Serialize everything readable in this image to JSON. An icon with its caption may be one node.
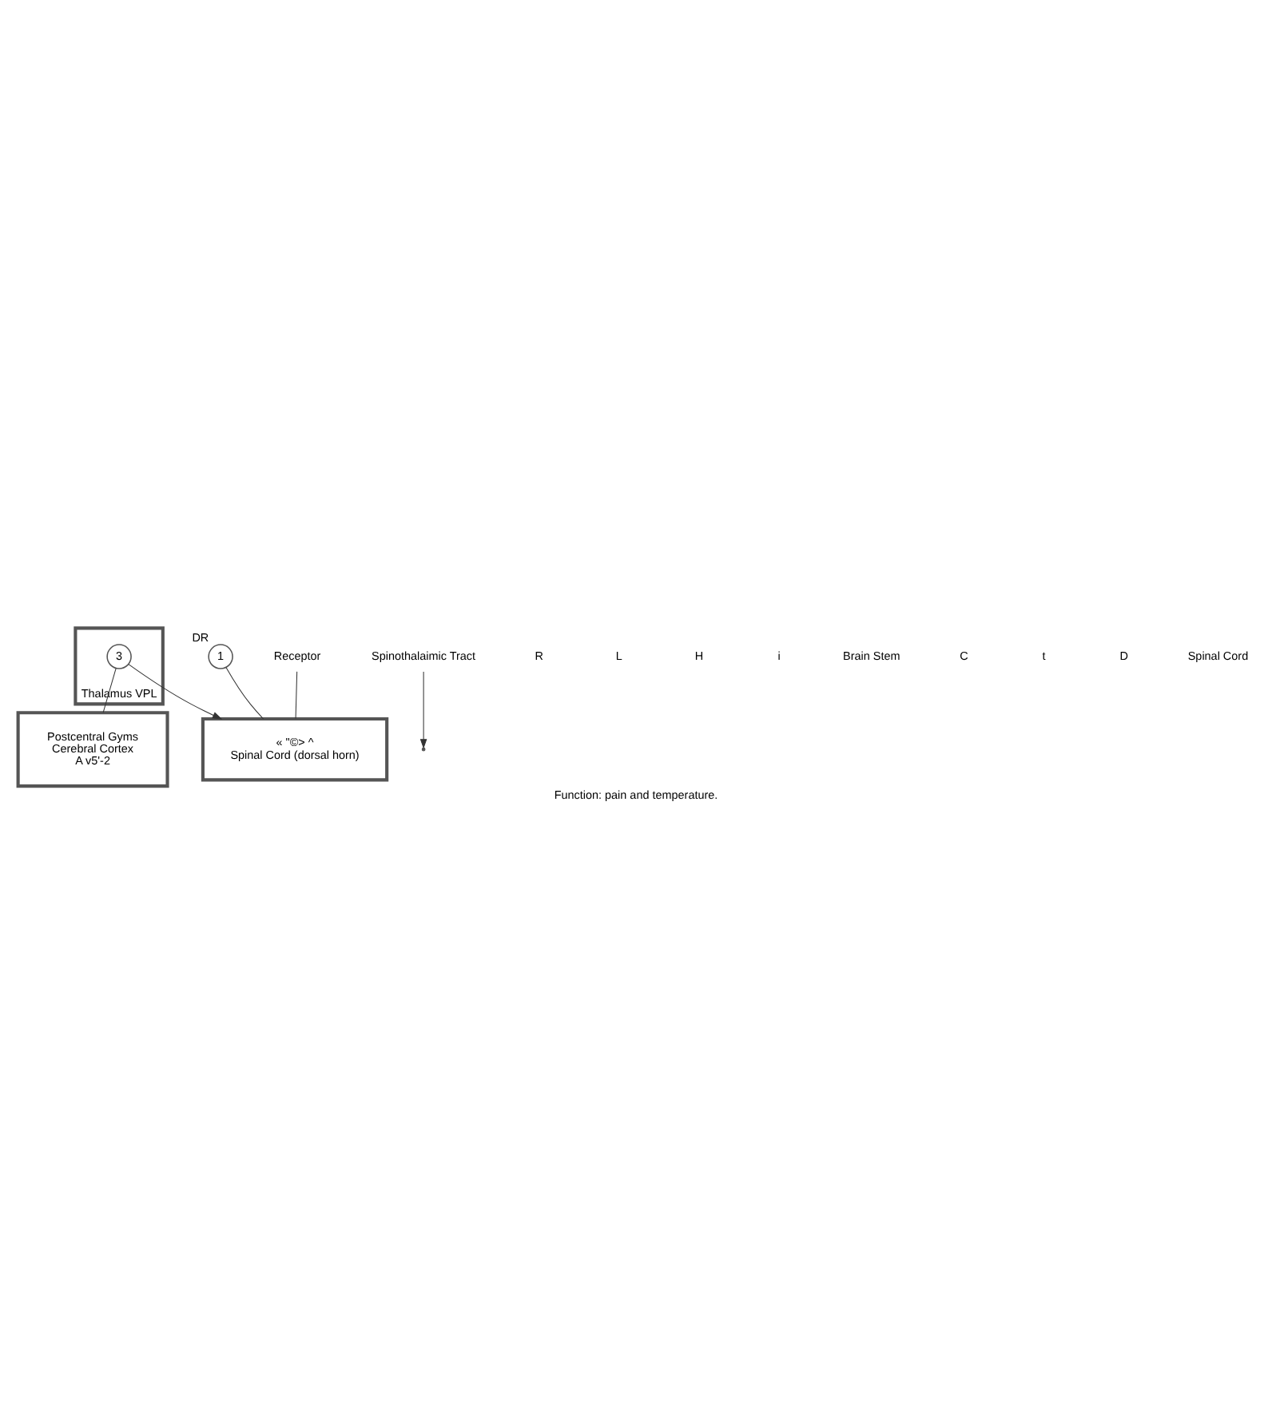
{
  "diagram": {
    "caption": "Function: pain and temperature.",
    "nodes": [
      {
        "text": [
          "Postcentral Gyms",
          "Cerebral Cortex",
          "A v5'-2"
        ]
      },
      {
        "text": [
          "Thalamus VPL"
        ]
      },
      {
        "text": [
          "3"
        ],
        "in": 1
      },
      {
        "text": [
          "« \"©> ^",
          "Spinal Cord (dorsal horn)"
        ]
      },
      {
        "text": [
          "1"
        ],
        "beside": [
          "DR"
        ]
      },
      {
        "text": [
          "Receptor"
        ]
      },
      {
        "text": [
          "Spinothalaimic Tract"
        ]
      }
    ],
    "edges": [
      {
        "from": 2,
        "to": 0,
        "arrow": "none"
      },
      {
        "from": 2,
        "to": 3,
        "arrow": "to"
      },
      {
        "from": 5,
        "to": 3,
        "arrow": "none"
      },
      {
        "from": 4,
        "to": 3,
        "arrow": "none"
      },
      {
        "from": 6,
        "to": null,
        "arrow": "to"
      }
    ],
    "labels": [
      "R",
      "L",
      "H",
      "i",
      "Brain Stem",
      "C",
      "t",
      "D",
      "Spinal Cord"
    ]
  }
}
